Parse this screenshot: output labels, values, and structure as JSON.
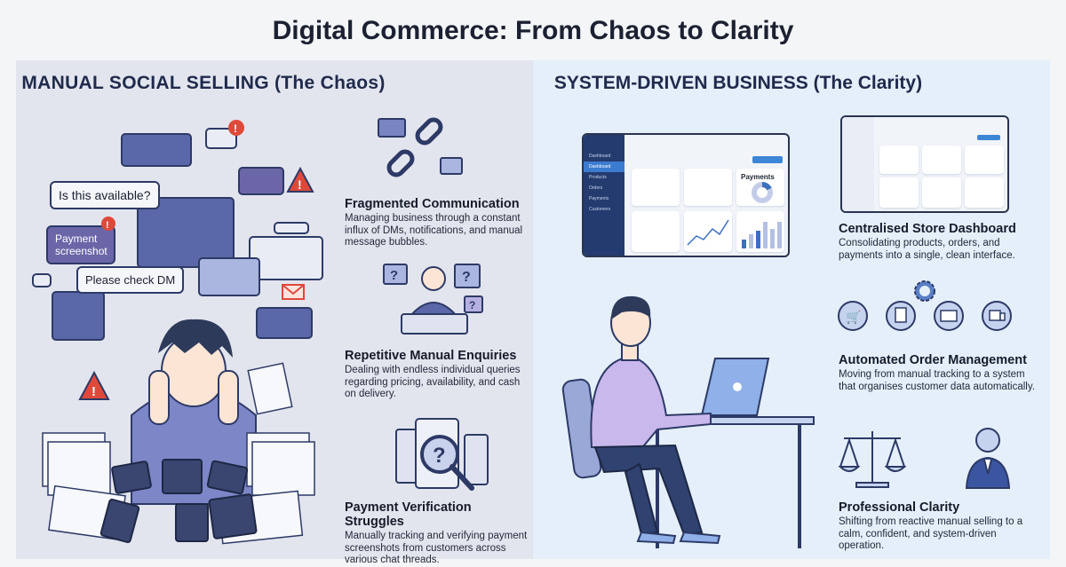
{
  "title": "Digital Commerce: From Chaos to Clarity",
  "left": {
    "heading": "MANUAL SOCIAL SELLING (The Chaos)",
    "bubbles": [
      "Is this available?",
      "Payment screenshot",
      "Please check DM"
    ],
    "features": [
      {
        "title": "Fragmented Communication",
        "text": "Managing business through a constant influx of DMs, notifications, and manual message bubbles."
      },
      {
        "title": "Repetitive Manual Enquiries",
        "text": "Dealing with endless individual queries regarding pricing, availability, and cash on delivery."
      },
      {
        "title": "Payment Verification Struggles",
        "text": "Manually tracking and verifying payment screenshots from customers across various chat threads."
      }
    ]
  },
  "right": {
    "heading": "SYSTEM-DRIVEN BUSINESS (The Clarity)",
    "dashboard": {
      "sidebar": [
        "Dashboard",
        "Dashboard",
        "Products",
        "Orders",
        "Payments",
        "Customers"
      ],
      "payments_label": "Payments"
    },
    "features": [
      {
        "title": "Centralised Store Dashboard",
        "text": "Consolidating products, orders, and payments into a single, clean interface."
      },
      {
        "title": "Automated Order Management",
        "text": "Moving from manual tracking to a system that organises customer data automatically."
      },
      {
        "title": "Professional Clarity",
        "text": "Shifting from reactive manual selling to a calm, confident, and system-driven operation."
      }
    ]
  },
  "colors": {
    "navy": "#233b6e",
    "accent": "#3d86d6",
    "alert": "#e0483a",
    "left_bg": "#e3e5ee",
    "right_bg": "#e4eff9"
  }
}
